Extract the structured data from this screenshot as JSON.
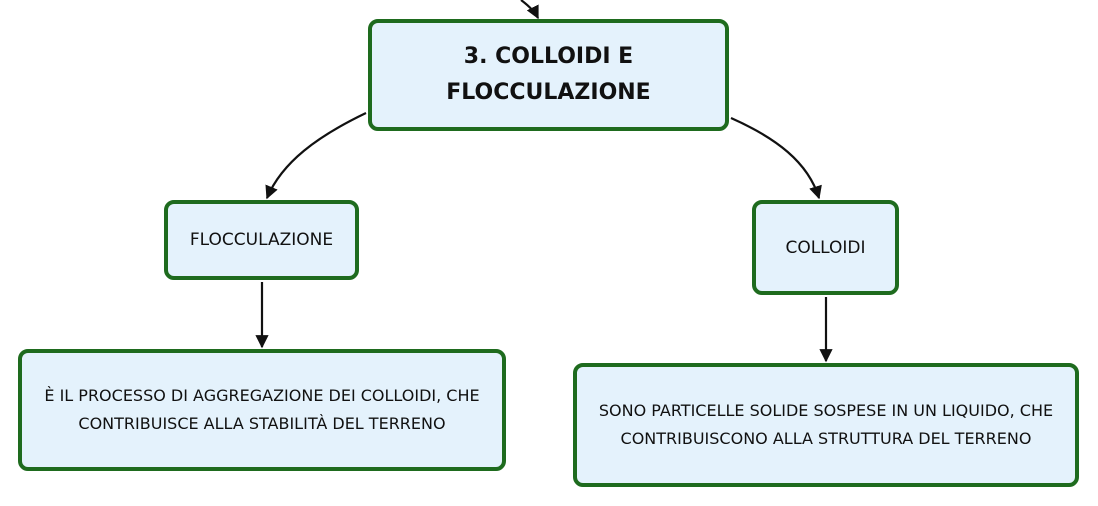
{
  "diagram": {
    "nodes": {
      "main": {
        "label": "3. COLLOIDI E FLOCCULAZIONE"
      },
      "flocculazione": {
        "label": "FLOCCULAZIONE"
      },
      "colloidi": {
        "label": "COLLOIDI"
      },
      "flocculazione_desc": {
        "label": "È IL PROCESSO DI AGGREGAZIONE DEI COLLOIDI, CHE CONTRIBUISCE ALLA STABILITÀ DEL TERRENO"
      },
      "colloidi_desc": {
        "label": "SONO PARTICELLE SOLIDE SOSPESE IN UN LIQUIDO, CHE CONTRIBUISCONO ALLA STRUTTURA DEL TERRENO"
      }
    },
    "edges": [
      {
        "from": "parent",
        "to": "main"
      },
      {
        "from": "main",
        "to": "flocculazione"
      },
      {
        "from": "main",
        "to": "colloidi"
      },
      {
        "from": "flocculazione",
        "to": "flocculazione_desc"
      },
      {
        "from": "colloidi",
        "to": "colloidi_desc"
      }
    ],
    "colors": {
      "node_fill": "#e4f2fc",
      "node_border": "#1e6b1e",
      "text": "#111111",
      "connector": "#111111"
    }
  }
}
